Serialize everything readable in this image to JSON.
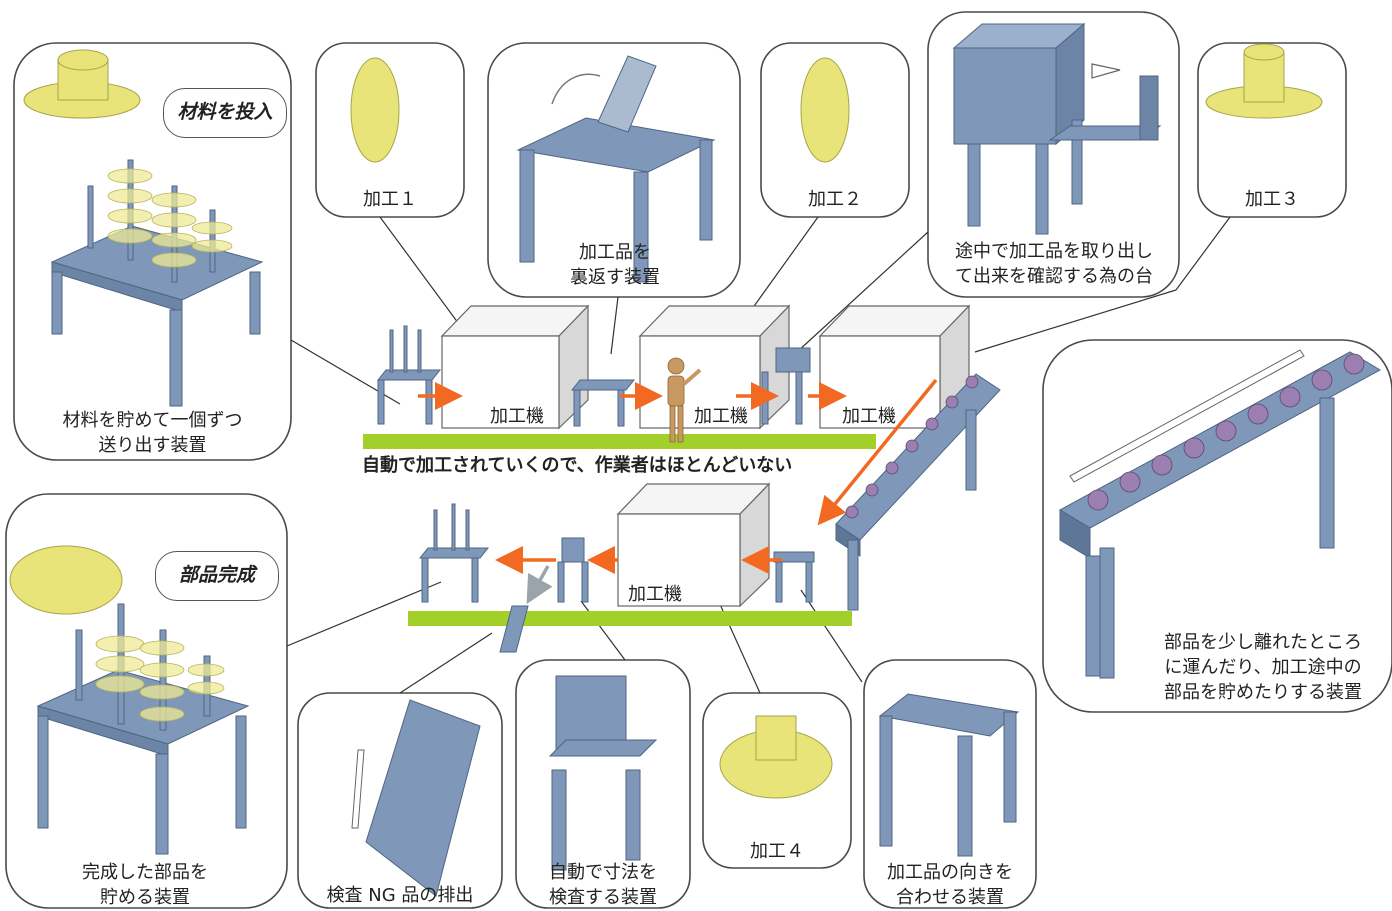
{
  "colors": {
    "machine": "#7f97b8",
    "part": "#e8e47a",
    "belt": "#a3cf2b",
    "flow_arrow": "#f26a21",
    "ng_arrow": "#9aa4ab"
  },
  "panels": {
    "material_feeder": "材料を貯めて一個ずつ\n送り出す装置",
    "process1": "加工１",
    "flip_device": "加工品を\n裏返す装置",
    "process2": "加工２",
    "check_stand": "途中で加工品を取り出し\nて出来を確認する為の台",
    "process3": "加工３",
    "conveyor_storage": "部品を少し離れたところ\nに運んだり、加工途中の\n部品を貯めたりする装置",
    "finished_storage": "完成した部品を\n貯める装置",
    "ng_discharge": "検査 NG 品の排出",
    "auto_measure": "自動で寸法を\n検査する装置",
    "process4": "加工４",
    "orient_device": "加工品の向きを\n合わせる装置"
  },
  "callouts": {
    "input_material": "材料を投入",
    "part_complete": "部品完成"
  },
  "machines": {
    "m1": "加工機",
    "m2": "加工機",
    "m3": "加工機",
    "m4": "加工機"
  },
  "caption": "自動で加工されていくので、作業者はほとんどいない"
}
